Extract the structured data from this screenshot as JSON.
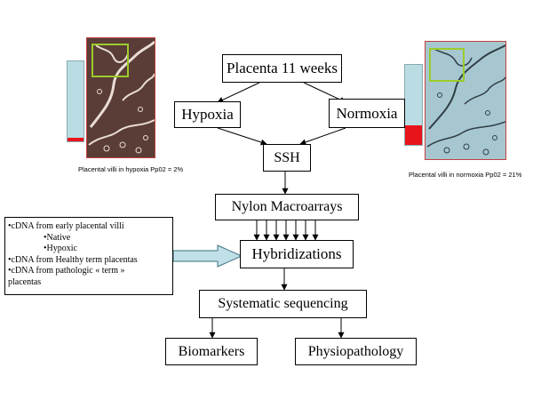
{
  "nodes": {
    "placenta": "Placenta 11 weeks",
    "hypoxia": "Hypoxia",
    "normoxia": "Normoxia",
    "ssh": "SSH",
    "nylon": "Nylon Macroarrays",
    "hybridizations": "Hybridizations",
    "sequencing": "Systematic sequencing",
    "biomarkers": "Biomarkers",
    "physiopathology": "Physiopathology"
  },
  "captions": {
    "hypoxia": "Placental villi in hypoxia Pp02 = 2%",
    "normoxia": "Placental villi in normoxia Pp02 = 21%"
  },
  "cdna_list": {
    "line1": "•cDNA from early placental villi",
    "line2": "•Native",
    "line3": "•Hypoxic",
    "line4": "•cDNA from Healthy term placentas",
    "line5": "•cDNA from pathologic « term »",
    "line6": "placentas"
  },
  "bars": {
    "hypoxia_po2_percent": 2,
    "normoxia_po2_percent": 21,
    "bar_color": "#b9dde3",
    "level_color": "#e8141c"
  },
  "colors": {
    "hypoxia_tissue": "#5a3d36",
    "normoxia_tissue": "#a7c7d0",
    "zoom_frame": "#9bcc2b",
    "input_arrow_fill": "#bfe0e6"
  }
}
